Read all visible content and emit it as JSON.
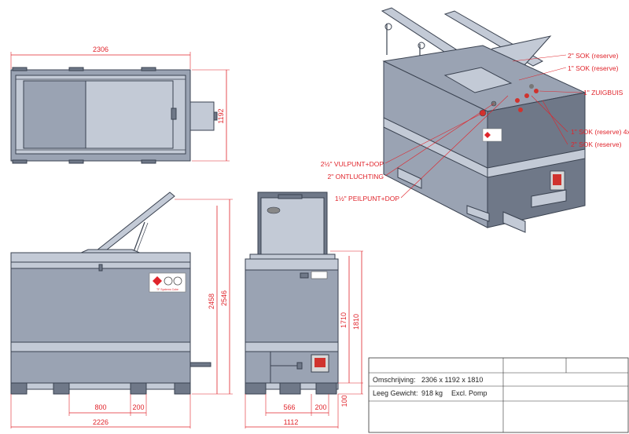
{
  "top_view": {
    "width_label": "2306",
    "depth_label": "1192"
  },
  "front_view": {
    "height_label_1": "2458",
    "height_label_2": "2546",
    "bottom_label_1": "800",
    "bottom_label_2": "200",
    "overall_label": "2226"
  },
  "side_view": {
    "height_label_1": "1710",
    "height_label_2": "1810",
    "bottom_label_1": "566",
    "bottom_label_2": "200",
    "overall_label": "1112",
    "foot_label": "100"
  },
  "callouts": {
    "sok_2_reserve": "2\" SOK (reserve)",
    "sok_1_reserve": "1\" SOK (reserve)",
    "zuigbuis": "1\" ZUIGBUIS",
    "sok_1_reserve_4x": "1\" SOK (reserve) 4x",
    "sok_2_reserve_b": "2\" SOK (reserve)",
    "vulpunt": "2½\" VULPUNT+DOP",
    "ontluchting": "2\" ONTLUCHTING",
    "peilpunt": "1½\" PEILPUNT+DOP"
  },
  "label_plate": {
    "text": "TF Systems Cube"
  },
  "title_block": {
    "omschrijving_label": "Omschrijving:",
    "omschrijving_value": "2306 x 1192 x 1810",
    "gewicht_label": "Leeg Gewicht:",
    "gewicht_value": "918 kg",
    "gewicht_note": "Excl. Pomp"
  },
  "colors": {
    "dimension": "#e0242b",
    "tank_body": "#9aa3b3",
    "outline": "#3a4250"
  }
}
